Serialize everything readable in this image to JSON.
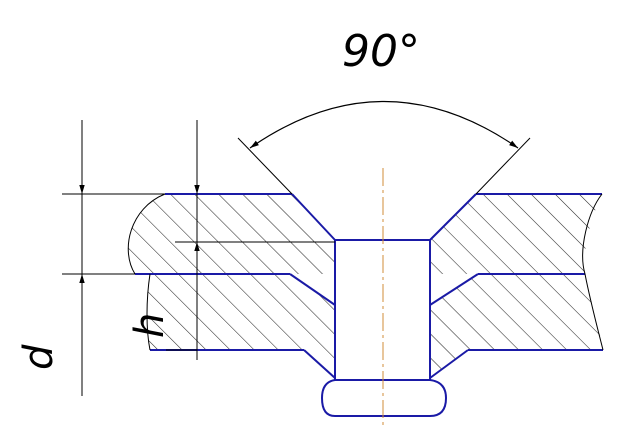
{
  "labels": {
    "angle": "90°",
    "thickness_total": "d",
    "thickness_top": "h"
  },
  "colors": {
    "outline": "#1a1aa6",
    "dimension": "#000000",
    "hatch": "#2a2a2a",
    "centerline": "#d08c3a"
  }
}
